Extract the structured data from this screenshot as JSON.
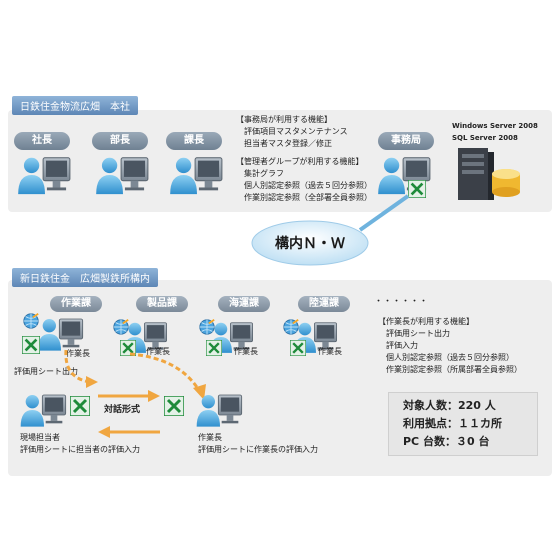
{
  "head_office": {
    "title": "日鉄住金物流広畑　本社",
    "roles": [
      "社長",
      "部長",
      "課長",
      "事務局"
    ],
    "admin_functions": {
      "heading": "【事務局が利用する機能】",
      "items": [
        "評価項目マスタメンテナンス",
        "担当者マスタ登録／修正"
      ]
    },
    "manager_functions": {
      "heading": "【管理者グループが利用する機能】",
      "items": [
        "集計グラフ",
        "個人別認定参照（過去５回分参照）",
        "作業別認定参照（全部署全員参照）"
      ]
    },
    "server_labels": [
      "Windows Server 2008",
      "SQL Server 2008"
    ]
  },
  "network_label": "構内Ｎ・Ｗ",
  "steelworks": {
    "title": "新日鉄住金　広畑製鉄所構内",
    "departments": [
      "作業課",
      "製品課",
      "海運課",
      "陸運課"
    ],
    "ellipsis": "・・・・・・",
    "foreman_label": "作業長",
    "sheet_output": "評価用シート出力",
    "dialogue": "対話形式",
    "worker": {
      "title": "現場担当者",
      "desc": "評価用シートに担当者の評価入力"
    },
    "foreman": {
      "title": "作業長",
      "desc": "評価用シートに作業長の評価入力"
    },
    "foreman_functions": {
      "heading": "【作業長が利用する機能】",
      "items": [
        "評価用シート出力",
        "評価入力",
        "個人別認定参照（過去５回分参照）",
        "作業別認定参照（所属部署全員参照）"
      ]
    },
    "summary": [
      "対象人数：220 人",
      "利用拠点：１１カ所",
      "PC 台数：３0 台"
    ]
  },
  "colors": {
    "panel": "#eeeeee",
    "title_blue": "#5d86b5",
    "network_line": "#6fb3de",
    "arrow_orange": "#f0a640",
    "excel_green": "#1e8b3a"
  }
}
